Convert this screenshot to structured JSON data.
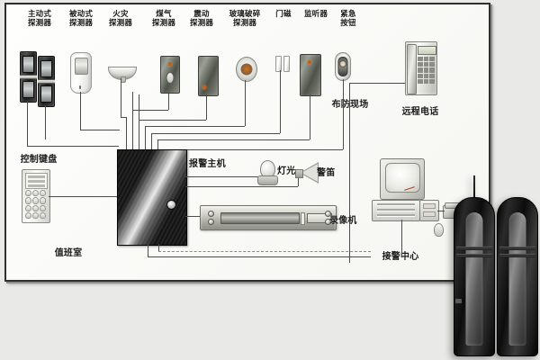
{
  "diagram": {
    "title_semantic": "security-alarm-system-topology",
    "sensor_labels": [
      {
        "id": "active-detector",
        "text": "主动式\n探测器"
      },
      {
        "id": "passive-detector",
        "text": "被动式\n探测器"
      },
      {
        "id": "fire-detector",
        "text": "火灾\n探测器"
      },
      {
        "id": "gas-detector",
        "text": "煤气\n探测器"
      },
      {
        "id": "vibration-detector",
        "text": "震动\n探测器"
      },
      {
        "id": "glass-break-detector",
        "text": "玻璃破碎\n探测器"
      },
      {
        "id": "door-contact",
        "text": "门磁"
      },
      {
        "id": "listener",
        "text": "监听器"
      },
      {
        "id": "emergency-button",
        "text": "紧急\n按钮"
      }
    ],
    "zone_labels": [
      {
        "id": "armed-site",
        "text": "布防现场"
      },
      {
        "id": "remote-telephone",
        "text": "远程电话"
      },
      {
        "id": "duty-room",
        "text": "值班室"
      },
      {
        "id": "alarm-center",
        "text": "接警中心"
      }
    ],
    "equipment_labels": [
      {
        "id": "control-keypad",
        "text": "控制键盘"
      },
      {
        "id": "alarm-host",
        "text": "报警主机"
      },
      {
        "id": "light",
        "text": "灯光"
      },
      {
        "id": "siren",
        "text": "警笛"
      },
      {
        "id": "video-recorder",
        "text": "录像机"
      }
    ],
    "colors": {
      "frame_border": "#2f2f31",
      "panel_background": "#fdfdfb",
      "page_background": "#e9e9e7",
      "wire": "#4c4c4c",
      "alarm_host_body": "#141414",
      "product_body": "#050505",
      "accent_amber": "#c0621f"
    }
  }
}
